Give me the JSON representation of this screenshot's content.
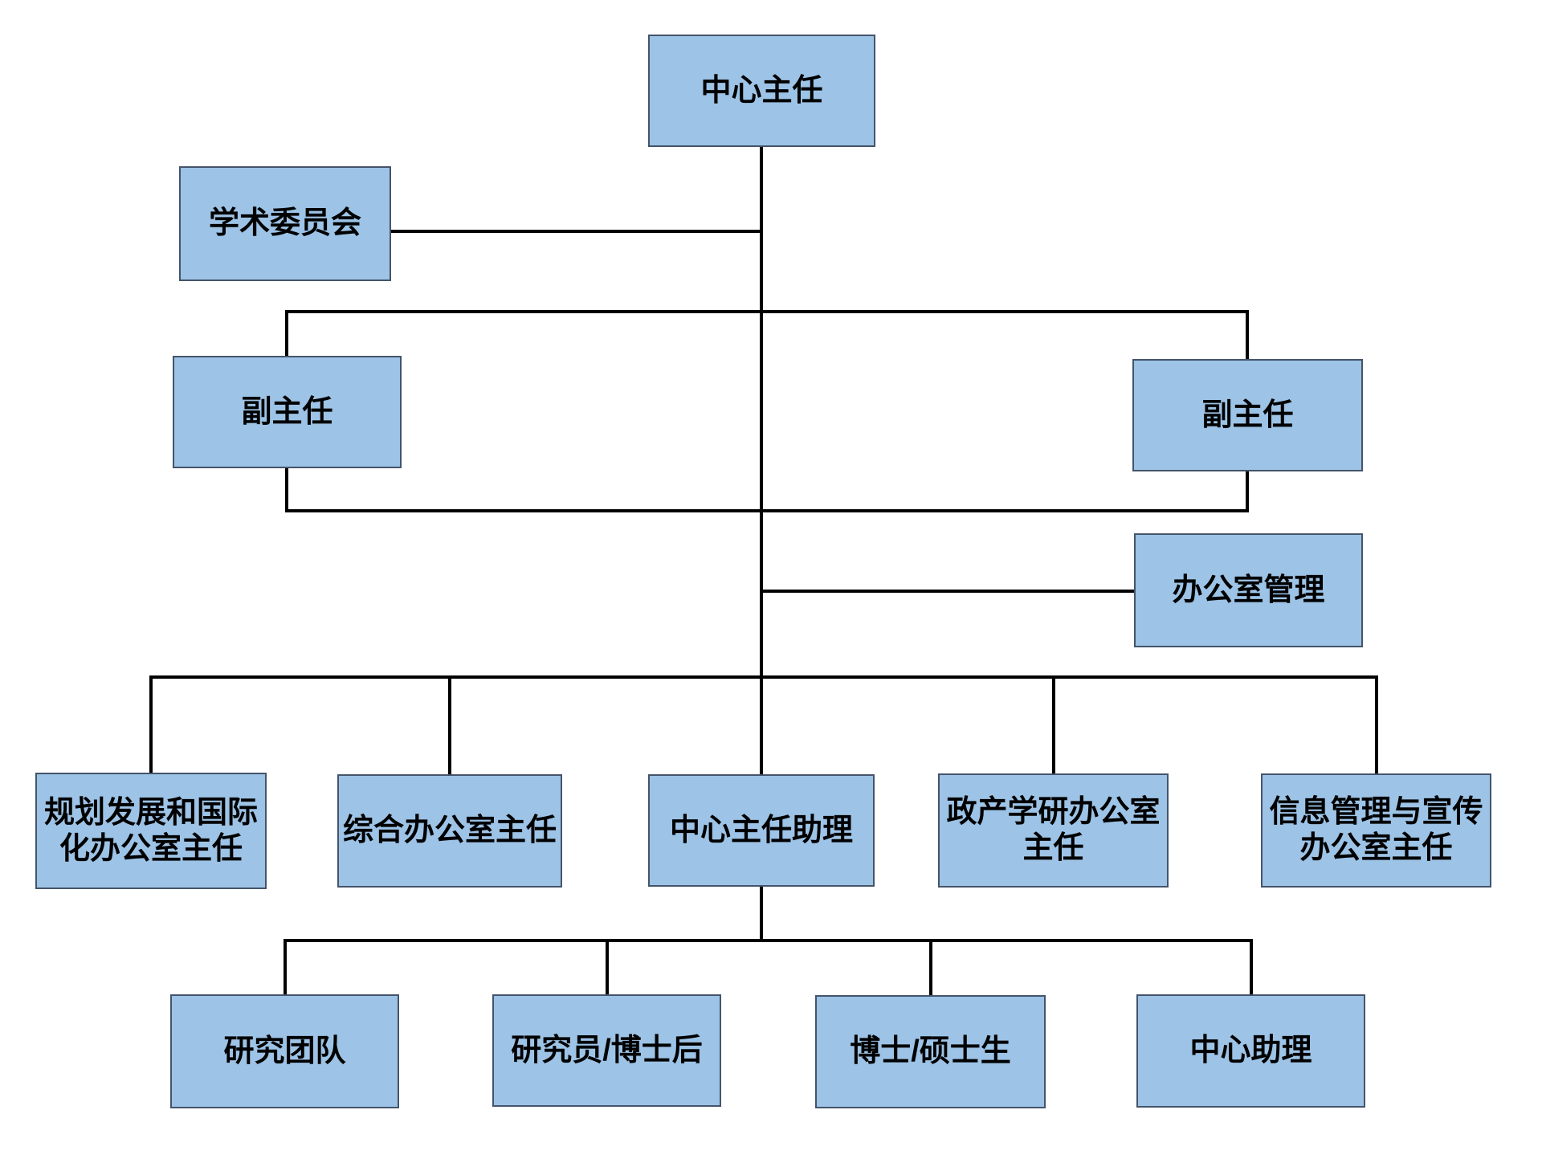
{
  "diagram_type": "org-chart",
  "nodes": {
    "center_director": {
      "label": "中心主任"
    },
    "academic_committee": {
      "label": "学术委员会"
    },
    "deputy_director_left": {
      "label": "副主任"
    },
    "deputy_director_right": {
      "label": "副主任"
    },
    "office_management": {
      "label": "办公室管理"
    },
    "planning_intl_office": {
      "label": "规划发展和国际\n化办公室主任"
    },
    "general_office": {
      "label": "综合办公室主任"
    },
    "director_assistant": {
      "label": "中心主任助理"
    },
    "gov_industry_office": {
      "label": "政产学研办公室\n主任"
    },
    "info_publicity_office": {
      "label": "信息管理与宣传\n办公室主任"
    },
    "research_team": {
      "label": "研究团队"
    },
    "researcher_postdoc": {
      "label": "研究员/博士后"
    },
    "phd_master_students": {
      "label": "博士/硕士生"
    },
    "center_assistant": {
      "label": "中心助理"
    }
  },
  "edges": [
    {
      "from": "center_director",
      "to": "academic_committee"
    },
    {
      "from": "center_director",
      "to": "deputy_director_left"
    },
    {
      "from": "center_director",
      "to": "deputy_director_right"
    },
    {
      "from": "center_director",
      "to": "office_management"
    },
    {
      "from": "center_director",
      "to": "planning_intl_office"
    },
    {
      "from": "center_director",
      "to": "general_office"
    },
    {
      "from": "center_director",
      "to": "director_assistant"
    },
    {
      "from": "center_director",
      "to": "gov_industry_office"
    },
    {
      "from": "center_director",
      "to": "info_publicity_office"
    },
    {
      "from": "director_assistant",
      "to": "research_team"
    },
    {
      "from": "director_assistant",
      "to": "researcher_postdoc"
    },
    {
      "from": "director_assistant",
      "to": "phd_master_students"
    },
    {
      "from": "director_assistant",
      "to": "center_assistant"
    }
  ],
  "colors": {
    "node_fill": "#9DC3E6",
    "node_border": "#44546A",
    "connector": "#000000",
    "text": "#000000",
    "background": "#FFFFFF"
  }
}
